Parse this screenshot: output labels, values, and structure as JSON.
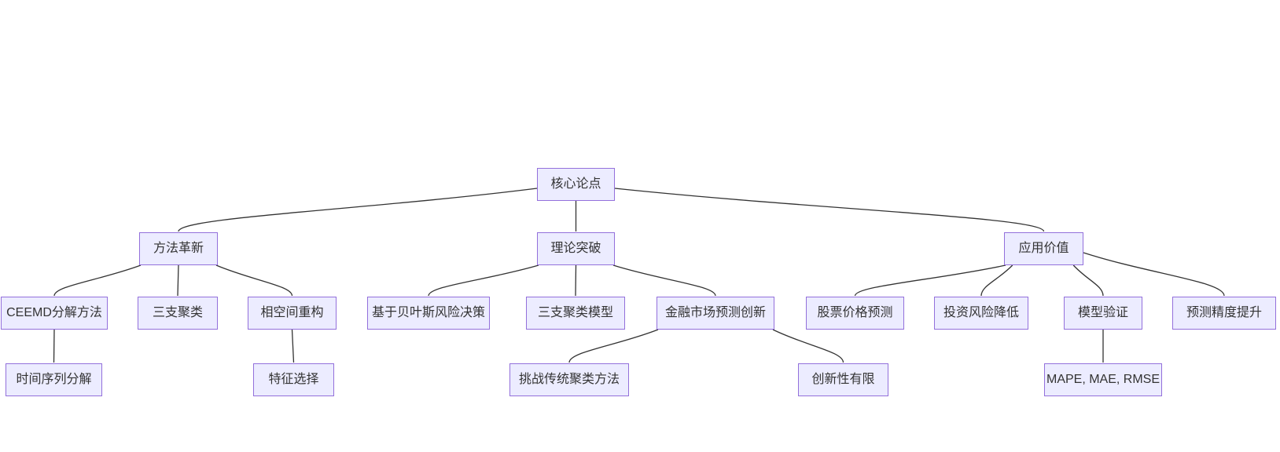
{
  "diagram": {
    "type": "flowchart",
    "direction": "top-down",
    "title": "",
    "nodes": [
      {
        "id": "root",
        "label": "核心论点"
      },
      {
        "id": "method",
        "label": "方法革新"
      },
      {
        "id": "theory",
        "label": "理论突破"
      },
      {
        "id": "application",
        "label": "应用价值"
      },
      {
        "id": "ceemd",
        "label": "CEEMD分解方法"
      },
      {
        "id": "threeway",
        "label": "三支聚类"
      },
      {
        "id": "phasespace",
        "label": "相空间重构"
      },
      {
        "id": "bayes",
        "label": "基于贝叶斯风险决策"
      },
      {
        "id": "threewaymodel",
        "label": "三支聚类模型"
      },
      {
        "id": "finance",
        "label": "金融市场预测创新"
      },
      {
        "id": "stock",
        "label": "股票价格预测"
      },
      {
        "id": "risk",
        "label": "投资风险降低"
      },
      {
        "id": "validation",
        "label": "模型验证"
      },
      {
        "id": "accuracy",
        "label": "预测精度提升"
      },
      {
        "id": "timeseries",
        "label": "时间序列分解"
      },
      {
        "id": "feature",
        "label": "特征选择"
      },
      {
        "id": "challenge",
        "label": "挑战传统聚类方法"
      },
      {
        "id": "limited",
        "label": "创新性有限"
      },
      {
        "id": "mape",
        "label": "MAPE, MAE, RMSE"
      }
    ],
    "edges": [
      {
        "from": "root",
        "to": "method"
      },
      {
        "from": "root",
        "to": "theory"
      },
      {
        "from": "root",
        "to": "application"
      },
      {
        "from": "method",
        "to": "ceemd"
      },
      {
        "from": "method",
        "to": "threeway"
      },
      {
        "from": "method",
        "to": "phasespace"
      },
      {
        "from": "theory",
        "to": "bayes"
      },
      {
        "from": "theory",
        "to": "threewaymodel"
      },
      {
        "from": "theory",
        "to": "finance"
      },
      {
        "from": "application",
        "to": "stock"
      },
      {
        "from": "application",
        "to": "risk"
      },
      {
        "from": "application",
        "to": "validation"
      },
      {
        "from": "application",
        "to": "accuracy"
      },
      {
        "from": "ceemd",
        "to": "timeseries"
      },
      {
        "from": "phasespace",
        "to": "feature"
      },
      {
        "from": "finance",
        "to": "challenge"
      },
      {
        "from": "finance",
        "to": "limited"
      },
      {
        "from": "validation",
        "to": "mape"
      }
    ],
    "colors": {
      "background": "#ffffff",
      "node_fill": "#ECECFF",
      "node_border": "#9370DB",
      "edge": "#333333",
      "text": "#333333"
    }
  }
}
